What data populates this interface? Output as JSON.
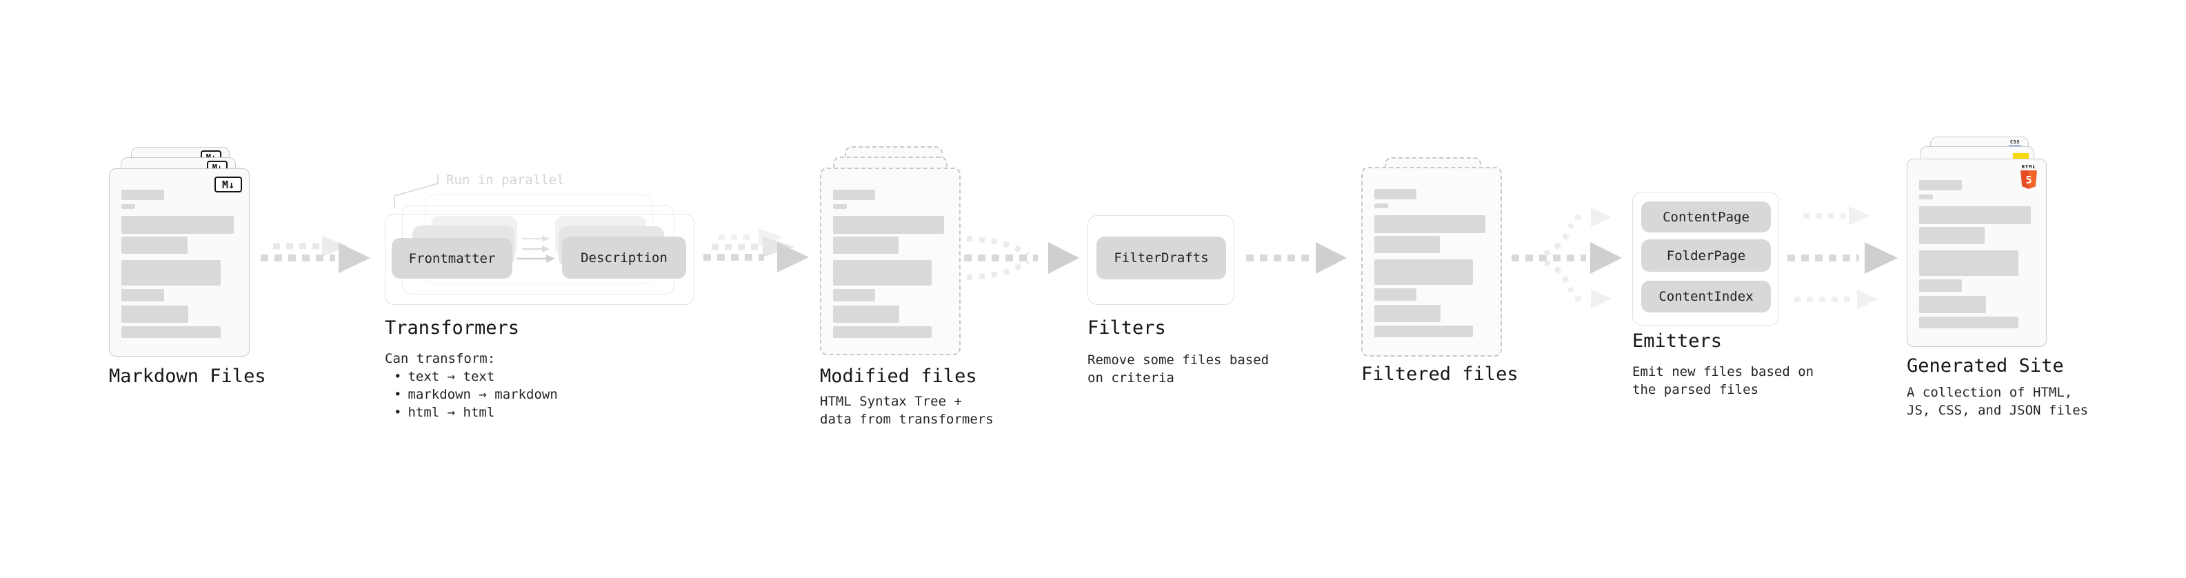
{
  "stages": {
    "markdown": {
      "label": "Markdown Files"
    },
    "transformers": {
      "title": "Transformers",
      "annotation": "Run in parallel",
      "pill_from": "Frontmatter",
      "pill_to": "Description",
      "caption_heading": "Can transform:",
      "bullet_char": "•",
      "bullets": [
        "text → text",
        "markdown → markdown",
        "html → html"
      ]
    },
    "modified": {
      "label": "Modified files",
      "caption_lines": [
        "HTML Syntax Tree +",
        "data from transformers"
      ]
    },
    "filters": {
      "title": "Filters",
      "pill": "FilterDrafts",
      "caption_lines": [
        "Remove some files based",
        "on criteria"
      ]
    },
    "filtered": {
      "label": "Filtered files"
    },
    "emitters": {
      "title": "Emitters",
      "pills": [
        "ContentPage",
        "FolderPage",
        "ContentIndex"
      ],
      "caption_lines": [
        "Emit new files based on",
        "the parsed files"
      ]
    },
    "generated": {
      "label": "Generated Site",
      "caption_lines": [
        "A collection of HTML,",
        "JS, CSS, and JSON files"
      ]
    }
  },
  "icons": {
    "markdown_badge": "M↓",
    "html5_icon_word": "HTML",
    "html5_icon_numeral": "5",
    "css_icon_word": "CSS",
    "js_icon": "js-yellow-square",
    "file_icon": "document-skeleton-card"
  },
  "colors": {
    "html5_orange": "#E44D26",
    "js_yellow": "#F5D90D",
    "css_blue": "#2863E9",
    "pill_gray": "#D8D8D8",
    "card_border_gray": "#CBCBCB",
    "arrow_gray": "#D2D2D2",
    "annotation_gray": "#D4D4D4"
  }
}
